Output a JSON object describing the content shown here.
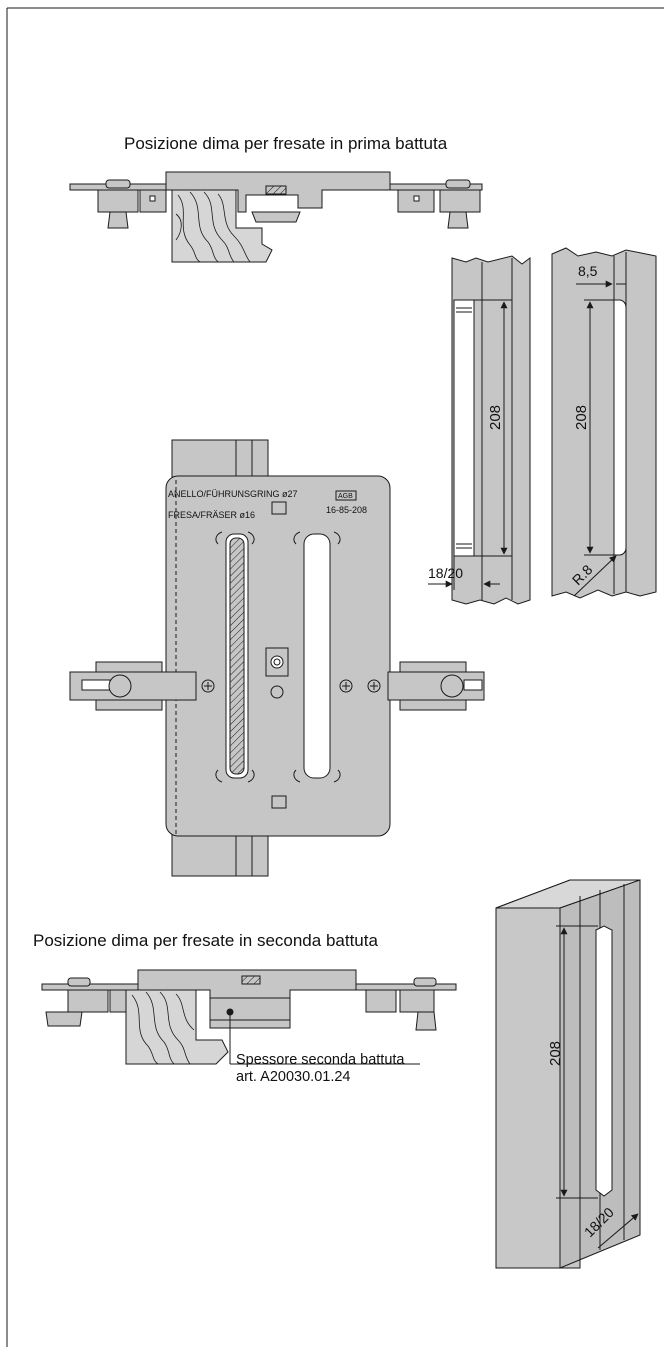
{
  "captions": {
    "first_rebate": "Posizione dima per fresate in prima battuta",
    "second_rebate": "Posizione dima per fresate in seconda battuta"
  },
  "template_plate": {
    "ring_label": "ANELLO/FÜHRUNSGRING ø27",
    "cutter_label": "FRESA/FRÄSER ø16",
    "brand_badge": "AGB",
    "code": "16-85-208"
  },
  "dimensions": {
    "slot_length_a": "208",
    "slot_length_b": "208",
    "slot_length_c": "208",
    "offset_a": "18/20",
    "offset_c": "18/20",
    "edge_distance": "8,5",
    "radius": "R.8"
  },
  "notes": {
    "spacer_name": "Spessore seconda battuta",
    "spacer_article": "art. A20030.01.24"
  },
  "colors": {
    "metal_fill": "#c6c6c6",
    "line": "#1a1a1a",
    "background": "#ffffff"
  }
}
